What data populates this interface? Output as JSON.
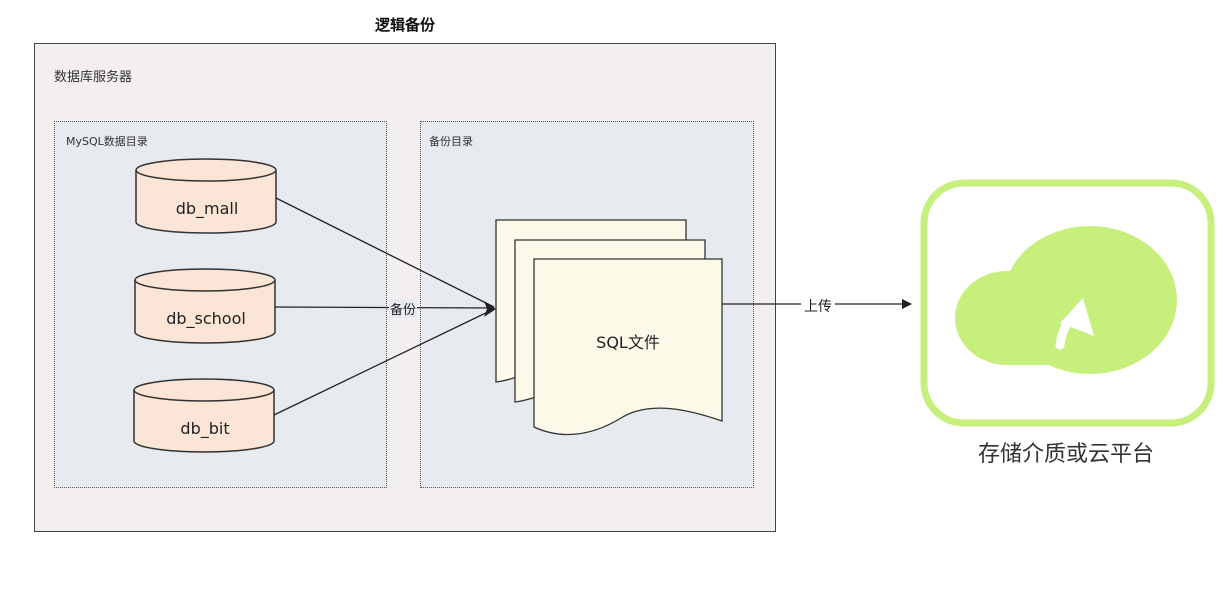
{
  "diagram": {
    "title": "逻辑备份",
    "server": {
      "label": "数据库服务器"
    },
    "mysql_dir": {
      "label": "MySQL数据目录"
    },
    "backup_dir": {
      "label": "备份目录"
    },
    "databases": [
      "db_mall",
      "db_school",
      "db_bit"
    ],
    "sql_file": {
      "label": "SQL文件"
    },
    "edges": {
      "backup_label": "备份",
      "upload_label": "上传"
    },
    "destination": {
      "label": "存储介质或云平台",
      "icon": "cloud-upload-icon"
    }
  },
  "colors": {
    "cylinder_fill": "#fbe5d6",
    "document_fill": "#fdf9e9",
    "server_bg": "#f2efee",
    "dir_bg": "#e7eaee",
    "cloud_green": "#c7ef7c"
  }
}
